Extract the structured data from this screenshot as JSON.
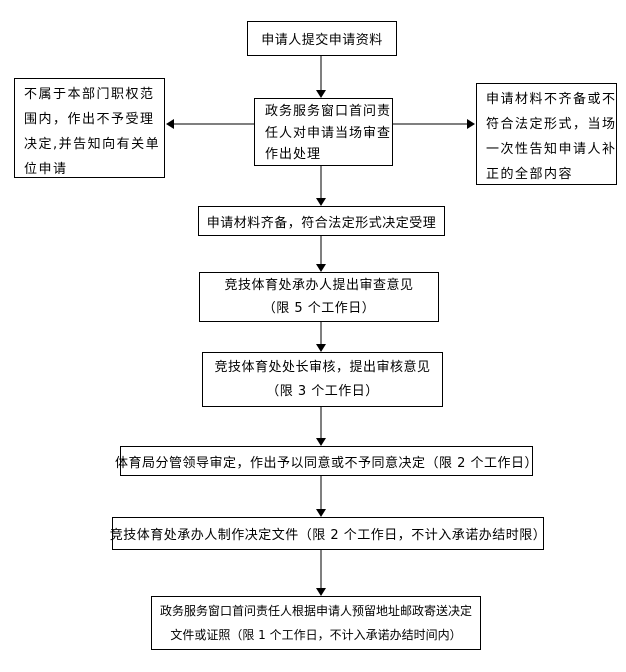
{
  "flowchart": {
    "nodes": {
      "submit": {
        "text": "申请人提交申请资料"
      },
      "window_review": {
        "text": "政务服务窗口首问责\n任人对申请当场审查\n作出处理"
      },
      "not_in_authority": {
        "text": "不属于本部门职权范\n围内，作出不予受理\n决定,并告知向有关单\n位申请"
      },
      "incomplete_materials": {
        "text": "申请材料不齐备或不\n符合法定形式，当场\n一次性告知申请人补\n正的全部内容"
      },
      "accept": {
        "text": "申请材料齐备，符合法定形式决定受理"
      },
      "handler_review": {
        "text": "竞技体育处承办人提出审查意见\n（限 5 个工作日）"
      },
      "director_review": {
        "text": "竞技体育处处长审核，提出审核意见\n（限 3 个工作日）"
      },
      "leader_decision": {
        "text": "体育局分管领导审定，作出予以同意或不予同意决定（限 2 个工作日）"
      },
      "make_document": {
        "text": "竞技体育处承办人制作决定文件（限 2 个工作日，不计入承诺办结时限）"
      },
      "mail_delivery": {
        "text": "政务服务窗口首问责任人根据申请人预留地址邮政寄送决定\n文件或证照（限 1 个工作日，不计入承诺办结时间内）"
      }
    },
    "connections": [
      {
        "from": "submit",
        "to": "window_review",
        "direction": "down"
      },
      {
        "from": "window_review",
        "to": "not_in_authority",
        "direction": "left"
      },
      {
        "from": "window_review",
        "to": "incomplete_materials",
        "direction": "right"
      },
      {
        "from": "window_review",
        "to": "accept",
        "direction": "down"
      },
      {
        "from": "accept",
        "to": "handler_review",
        "direction": "down"
      },
      {
        "from": "handler_review",
        "to": "director_review",
        "direction": "down"
      },
      {
        "from": "director_review",
        "to": "leader_decision",
        "direction": "down"
      },
      {
        "from": "leader_decision",
        "to": "make_document",
        "direction": "down"
      },
      {
        "from": "make_document",
        "to": "mail_delivery",
        "direction": "down"
      }
    ],
    "colors": {
      "background": "#ffffff",
      "box_border": "#000000",
      "text": "#000000",
      "arrow_line": "#7f7f7f",
      "arrow_head": "#000000"
    }
  }
}
